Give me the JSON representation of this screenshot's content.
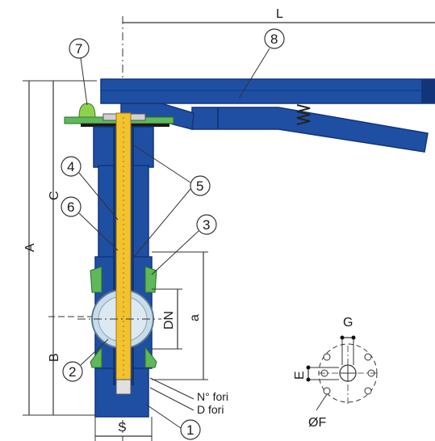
{
  "dimensions": {
    "L": "L",
    "A": "A",
    "C": "C",
    "B": "B",
    "DN": "DN",
    "a": "a",
    "S": "S",
    "G": "G",
    "E": "E",
    "F": "ØF"
  },
  "notes": {
    "holes_count": "N° fori",
    "holes_diameter": "D fori"
  },
  "callouts": [
    "1",
    "2",
    "3",
    "4",
    "5",
    "6",
    "7",
    "8"
  ],
  "colors": {
    "body": "#1f4fa3",
    "body_dark": "#12357a",
    "seat": "#5fb85a",
    "stem": "#f2c230",
    "disc": "#c8dcea",
    "line": "#333333"
  }
}
